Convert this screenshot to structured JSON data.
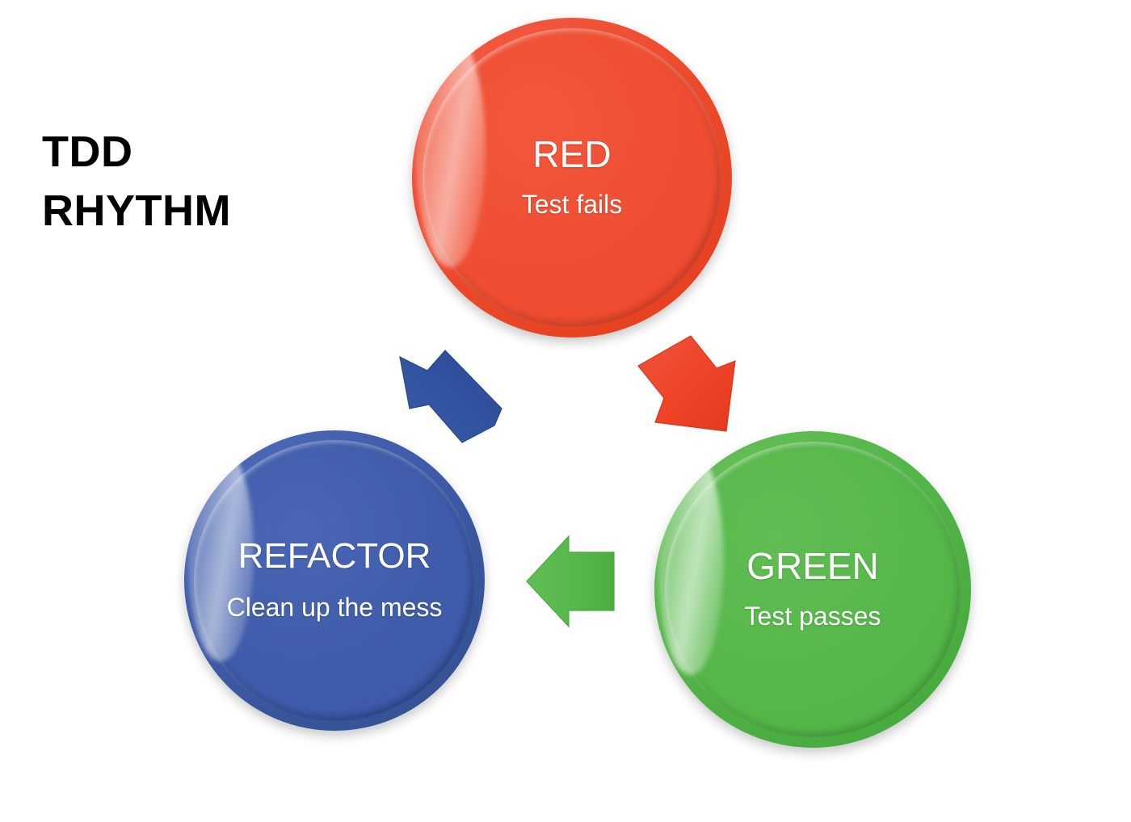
{
  "diagram": {
    "title_line1": "TDD",
    "title_line2": "RHYTHM",
    "title_text": "TDD\nRHYTHM",
    "background_color": "#FFFFFF",
    "nodes": [
      {
        "id": "red",
        "heading": "RED",
        "subtitle": "Test fails",
        "color": "#EF4E32",
        "position": "top-center"
      },
      {
        "id": "green",
        "heading": "GREEN",
        "subtitle": "Test passes",
        "color": "#55B749",
        "position": "bottom-right"
      },
      {
        "id": "refactor",
        "heading": "REFACTOR",
        "subtitle": "Clean up the mess",
        "color": "#3F5CAA",
        "position": "bottom-left"
      }
    ],
    "arrows": [
      {
        "id": "red-to-green",
        "from": "RED",
        "to": "GREEN",
        "direction": "down-right",
        "color": "#EF4328"
      },
      {
        "id": "green-to-refactor",
        "from": "GREEN",
        "to": "REFACTOR",
        "direction": "left",
        "color": "#55B749"
      },
      {
        "id": "refactor-to-red",
        "from": "REFACTOR",
        "to": "RED",
        "direction": "up-right",
        "color": "#31529E"
      }
    ]
  }
}
